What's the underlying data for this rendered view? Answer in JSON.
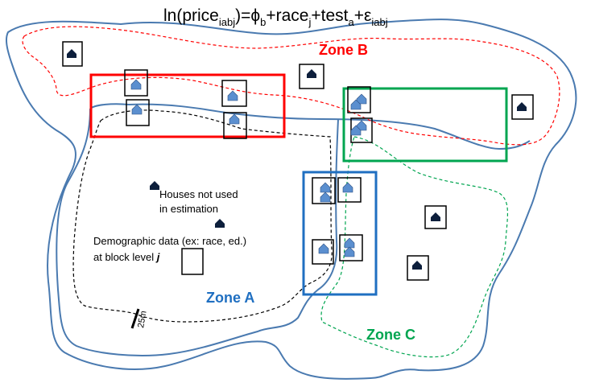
{
  "equation": {
    "lhs_fn": "ln(price",
    "lhs_sub": "iabj",
    "eq": ")=ϕ",
    "phi_sub": "b",
    "plus_race": "+race",
    "race_sub": "j",
    "plus_test": "+test",
    "test_sub": "a",
    "plus_eps": "+ε",
    "eps_sub": "iabj"
  },
  "zones": {
    "a": {
      "label": "Zone A",
      "color": "#1f6fc1"
    },
    "b": {
      "label": "Zone B",
      "color": "#ff0000"
    },
    "c": {
      "label": "Zone C",
      "color": "#00a550"
    }
  },
  "legend": {
    "houses_line1": "Houses not used",
    "houses_line2": "in estimation",
    "demo_line1": "Demographic data (ex: race, ed.)",
    "demo_line2": "at block level ",
    "demo_var": "j"
  },
  "buffer_label": "25m",
  "colors": {
    "boundary": "#4a7ab0",
    "house_used": "#5b8fcf",
    "house_unused": "#0d1f3c"
  }
}
